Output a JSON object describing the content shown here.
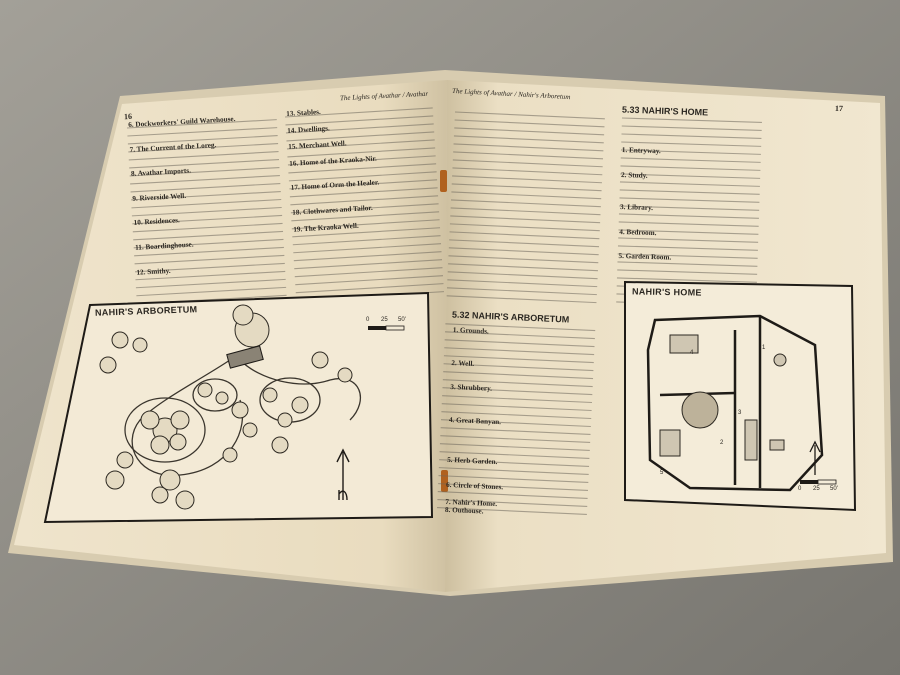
{
  "left_page": {
    "page_number": "16",
    "running_header": "The Lights of Avathar / Avathar",
    "map": {
      "title": "NAHIR'S ARBORETUM",
      "scale_labels": [
        "0",
        "25",
        "50'"
      ]
    },
    "entries": [
      "6. Dockworkers' Guild Warehouse.",
      "7. The Current of the Loreg.",
      "8. Avathar Imports.",
      "9. Riverside Well.",
      "10. Residences.",
      "11. Boardinghouse.",
      "12. Smithy.",
      "13. Stables.",
      "14. Dwellings.",
      "15. Merchant Well.",
      "16. Home of the Kraoka-Nir.",
      "17. Home of Orm the Healer.",
      "18. Clothwares and Tailor.",
      "19. The Kraoka Well."
    ]
  },
  "right_page": {
    "page_number": "17",
    "running_header": "The Lights of Avathar / Nahir's Arboretum",
    "section_title": "5.32 NAHIR'S ARBORETUM",
    "section_title_2": "5.33 NAHIR'S HOME",
    "map": {
      "title": "NAHIR'S HOME",
      "scale_labels": [
        "0",
        "25",
        "50'"
      ],
      "room_numbers": [
        "1",
        "2",
        "3",
        "4",
        "5"
      ]
    },
    "entries": [
      "1. Grounds.",
      "2. Well.",
      "3. Shrubbery.",
      "4. Great Banyan.",
      "5. Herb Garden.",
      "6. Circle of Stones.",
      "7. Nahir's Home.",
      "8. Outhouse."
    ],
    "home_entries": [
      "1. Entryway.",
      "2. Study.",
      "3. Library.",
      "4. Bedroom.",
      "5. Garden Room."
    ]
  }
}
